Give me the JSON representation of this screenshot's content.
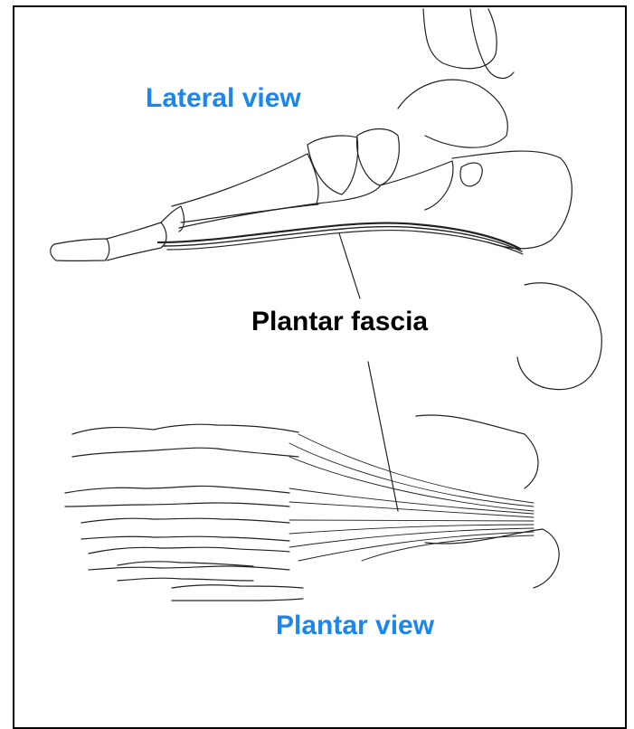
{
  "labels": {
    "lateral_view": "Lateral view",
    "plantar_fascia": "Plantar fascia",
    "plantar_view": "Plantar view"
  },
  "colors": {
    "view_label": "#1a86f0",
    "callout_label": "#000000",
    "line_art": "#222222"
  }
}
